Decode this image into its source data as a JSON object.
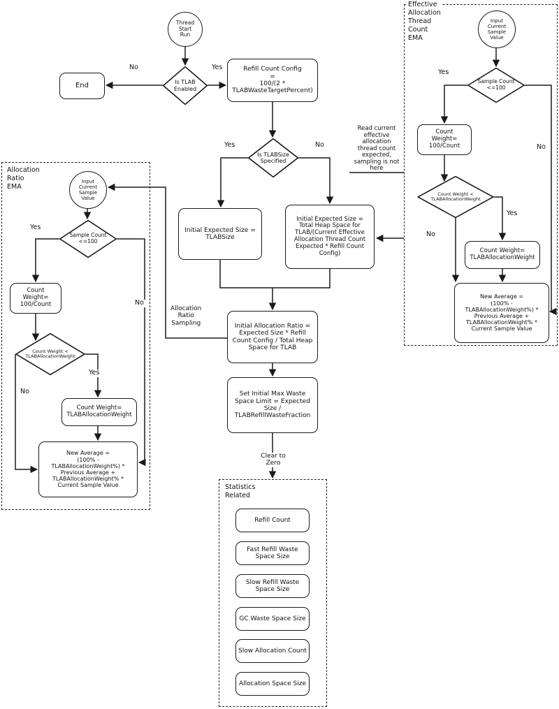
{
  "main": {
    "thread_start": "Thread\nStart\nRun",
    "is_tlab_enabled": "Is TLAB\nEnabled",
    "end": "End",
    "refill_count_config": "Refill Count Config\n=\n100/(2 *\nTLABWasteTargetPercent)",
    "is_tlabsize_specified": "Is TLABSize\nSpecified",
    "initial_expected_tlabsize": "Initial Expected Size =\nTLABSize",
    "initial_expected_heap": "Initial Expected Size =\nTotal Heap Space for\nTLAB/(Current Effective\nAllocation Thread Count\nExpected * Refill Count\nConfig)",
    "read_current_note": "Read current\neffective\nallocation\nthread count\nexpected,\nsampling is not\nhere",
    "initial_allocation_ratio": "Initial Allocation Ratio =\nExpected Size * Refill\nCount Config / Total Heap\nSpace for TLAB",
    "set_initial_max_waste": "Set Initial Max Waste\nSpace Limit = Expected\nSize /\nTLABRefillWasteFraction",
    "clear_to_zero": "Clear to\nZero",
    "allocation_ratio_sampling": "Allocation\nRatio\nSampling"
  },
  "labels": {
    "yes": "Yes",
    "no": "No"
  },
  "ema": {
    "input": "Input\nCurrent\nSample\nValue",
    "sample_count": "Sample Count\n<=100",
    "count_weight_100": "Count\nWeight=\n100/Count",
    "count_weight_lt": "Count Weight <\nTLABAllocationWeight",
    "count_weight_set": "Count Weight=\nTLABAllocationWeight",
    "new_average": "New Average =\n(100% -\nTLABAllocationWeight%) *\nPrevious Average +\nTLABAllocationWeight% *\nCurrent Sample Value"
  },
  "containers": {
    "allocation_ratio_ema": "Allocation\nRatio\nEMA",
    "effective_thread_count_ema": "Effective\nAllocation\nThread\nCount\nEMA",
    "statistics": "Statistics\nRelated"
  },
  "stats": {
    "items": [
      "Refill Count",
      "Fast Refill Waste\nSpace Size",
      "Slow Refill Waste\nSpace Size",
      "GC Waste Space Size",
      "Slow Allocation Count",
      "Allocation Space Size"
    ]
  }
}
